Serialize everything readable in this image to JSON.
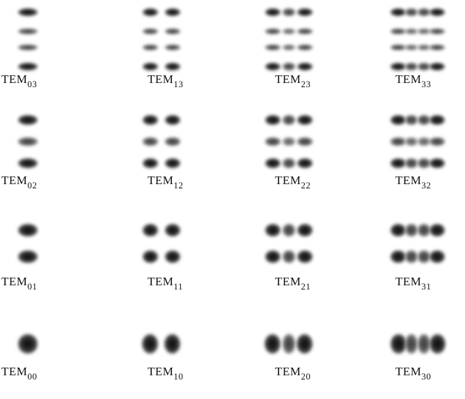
{
  "figure": {
    "modes": [
      {
        "m": 0,
        "n": 3,
        "label": "TEM",
        "sub": "03"
      },
      {
        "m": 1,
        "n": 3,
        "label": "TEM",
        "sub": "13"
      },
      {
        "m": 2,
        "n": 3,
        "label": "TEM",
        "sub": "23"
      },
      {
        "m": 3,
        "n": 3,
        "label": "TEM",
        "sub": "33"
      },
      {
        "m": 0,
        "n": 2,
        "label": "TEM",
        "sub": "02"
      },
      {
        "m": 1,
        "n": 2,
        "label": "TEM",
        "sub": "12"
      },
      {
        "m": 2,
        "n": 2,
        "label": "TEM",
        "sub": "22"
      },
      {
        "m": 3,
        "n": 2,
        "label": "TEM",
        "sub": "32"
      },
      {
        "m": 0,
        "n": 1,
        "label": "TEM",
        "sub": "01"
      },
      {
        "m": 1,
        "n": 1,
        "label": "TEM",
        "sub": "11"
      },
      {
        "m": 2,
        "n": 1,
        "label": "TEM",
        "sub": "21"
      },
      {
        "m": 3,
        "n": 1,
        "label": "TEM",
        "sub": "31"
      },
      {
        "m": 0,
        "n": 0,
        "label": "TEM",
        "sub": "00"
      },
      {
        "m": 1,
        "n": 0,
        "label": "TEM",
        "sub": "10"
      },
      {
        "m": 2,
        "n": 0,
        "label": "TEM",
        "sub": "20"
      },
      {
        "m": 3,
        "n": 0,
        "label": "TEM",
        "sub": "30"
      }
    ]
  }
}
